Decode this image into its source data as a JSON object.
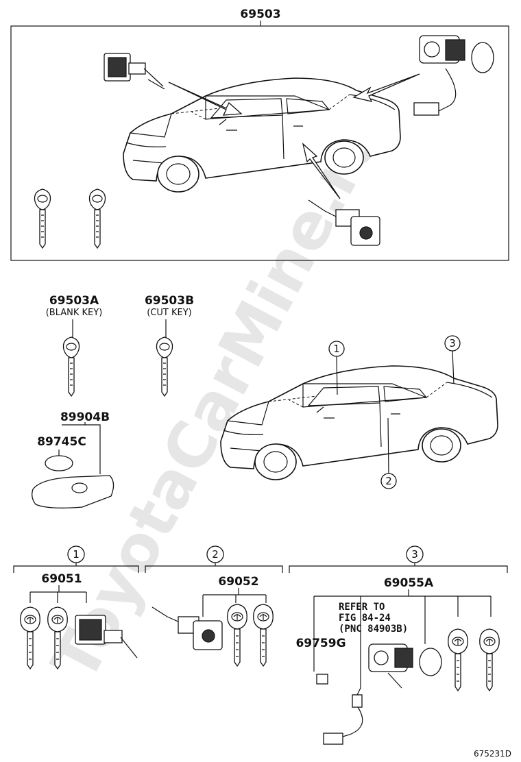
{
  "labels": {
    "main_kit": "69503",
    "blank_key": "69503A",
    "blank_key_note": "(BLANK KEY)",
    "cut_key": "69503B",
    "cut_key_note": "(CUT KEY)",
    "transmitter": "89904B",
    "battery": "89745C",
    "group1_part": "69051",
    "group2_part": "69052",
    "group3_part": "69055A",
    "switch_part": "69759G",
    "refer_line1": "REFER TO",
    "refer_line2": "FIG 84-24",
    "refer_line3": "(PNC 84903B)",
    "figure_code": "675231D"
  },
  "callouts": {
    "c1": "1",
    "c2": "2",
    "c3": "3",
    "g1": "1",
    "g2": "2",
    "g3": "3"
  },
  "watermark": "ToyotaCarMine.ru"
}
